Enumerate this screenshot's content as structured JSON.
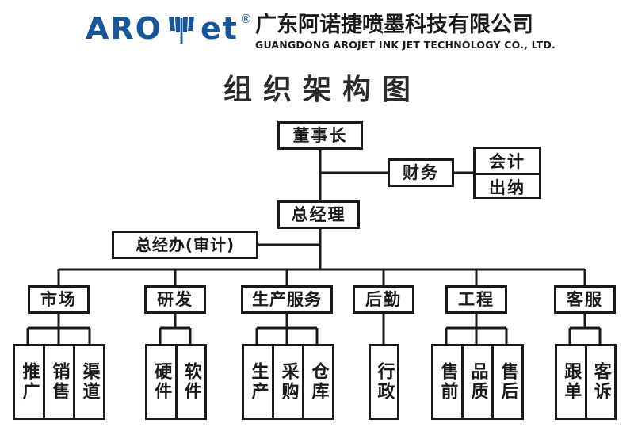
{
  "header": {
    "logo_left": "ARO",
    "logo_right": "et",
    "logo_mark": "leaf-icon",
    "registered_mark": "®",
    "brand_color": "#17569b",
    "company_cn": "广东阿诺捷喷墨科技有限公司",
    "company_en": "GUANGDONG AROJET INK JET TECHNOLOGY CO., LTD."
  },
  "chart_title": "组织架构图",
  "chart_data": {
    "type": "diagram",
    "diagram_type": "org-chart",
    "title": "组织架构图",
    "line_color": "#1a1a1a",
    "box_fill": "#ffffff",
    "nodes": {
      "chairman": "董事长",
      "finance": "财务",
      "accounting": "会计",
      "cashier": "出纳",
      "general_manager": "总经理",
      "gm_office": "总经办(审计)"
    },
    "departments": [
      {
        "key": "marketing",
        "label": "市场",
        "children": [
          "推广",
          "销售",
          "渠道"
        ]
      },
      {
        "key": "rnd",
        "label": "研发",
        "children": [
          "硬件",
          "软件"
        ]
      },
      {
        "key": "production-service",
        "label": "生产服务",
        "children": [
          "生产",
          "采购",
          "仓库"
        ]
      },
      {
        "key": "logistics",
        "label": "后勤",
        "children": [
          "行政"
        ]
      },
      {
        "key": "engineering",
        "label": "工程",
        "children": [
          "售前",
          "品质",
          "售后"
        ]
      },
      {
        "key": "customer-service",
        "label": "客服",
        "children": [
          "跟单",
          "客诉"
        ]
      }
    ],
    "edges": [
      {
        "from": "chairman",
        "to": "general_manager"
      },
      {
        "from": "chairman",
        "to": "finance"
      },
      {
        "from": "finance",
        "to": "accounting"
      },
      {
        "from": "finance",
        "to": "cashier"
      },
      {
        "from": "general_manager",
        "to": "gm_office"
      },
      {
        "from": "general_manager",
        "to": "marketing"
      },
      {
        "from": "general_manager",
        "to": "rnd"
      },
      {
        "from": "general_manager",
        "to": "production-service"
      },
      {
        "from": "general_manager",
        "to": "logistics"
      },
      {
        "from": "general_manager",
        "to": "engineering"
      },
      {
        "from": "general_manager",
        "to": "customer-service"
      }
    ]
  }
}
